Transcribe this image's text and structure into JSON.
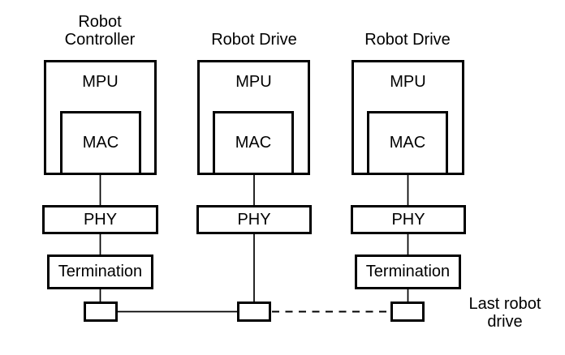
{
  "colors": {
    "ink": "#000000",
    "background": "#ffffff"
  },
  "diagram": {
    "columns": [
      {
        "title_line1": "Robot",
        "title_line2": "Controller",
        "mpu": "MPU",
        "mac": "MAC",
        "phy": "PHY",
        "termination": "Termination"
      },
      {
        "title": "Robot Drive",
        "mpu": "MPU",
        "mac": "MAC",
        "phy": "PHY"
      },
      {
        "title": "Robot Drive",
        "mpu": "MPU",
        "mac": "MAC",
        "phy": "PHY",
        "termination": "Termination"
      }
    ],
    "annotation_line1": "Last robot",
    "annotation_line2": "drive"
  }
}
